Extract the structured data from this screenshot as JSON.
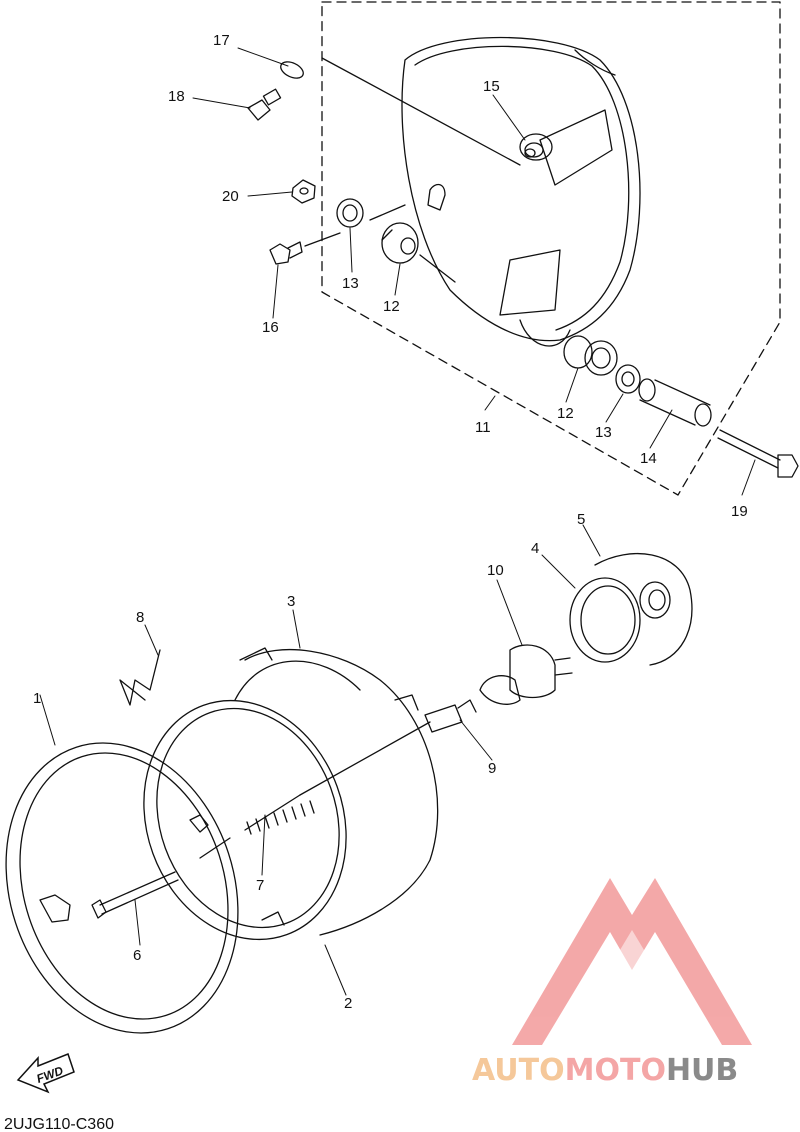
{
  "diagram_code": "2UJG110-C360",
  "fwd_label": "FWD",
  "watermark": {
    "part1": "AUTO",
    "part2": "MOTO",
    "part3": "HUB",
    "color1": "#f5c89a",
    "color2": "#f4a6a6",
    "color3": "#8a8a8a",
    "logo_color": "#f29a9a"
  },
  "callouts": [
    {
      "id": "17",
      "label": "17"
    },
    {
      "id": "18",
      "label": "18"
    },
    {
      "id": "15",
      "label": "15"
    },
    {
      "id": "20",
      "label": "20"
    },
    {
      "id": "13a",
      "label": "13"
    },
    {
      "id": "12a",
      "label": "12"
    },
    {
      "id": "16",
      "label": "16"
    },
    {
      "id": "11",
      "label": "11"
    },
    {
      "id": "12b",
      "label": "12"
    },
    {
      "id": "13b",
      "label": "13"
    },
    {
      "id": "14",
      "label": "14"
    },
    {
      "id": "19",
      "label": "19"
    },
    {
      "id": "5",
      "label": "5"
    },
    {
      "id": "4",
      "label": "4"
    },
    {
      "id": "10",
      "label": "10"
    },
    {
      "id": "3",
      "label": "3"
    },
    {
      "id": "8",
      "label": "8"
    },
    {
      "id": "1",
      "label": "1"
    },
    {
      "id": "9",
      "label": "9"
    },
    {
      "id": "7",
      "label": "7"
    },
    {
      "id": "6",
      "label": "6"
    },
    {
      "id": "2",
      "label": "2"
    }
  ]
}
